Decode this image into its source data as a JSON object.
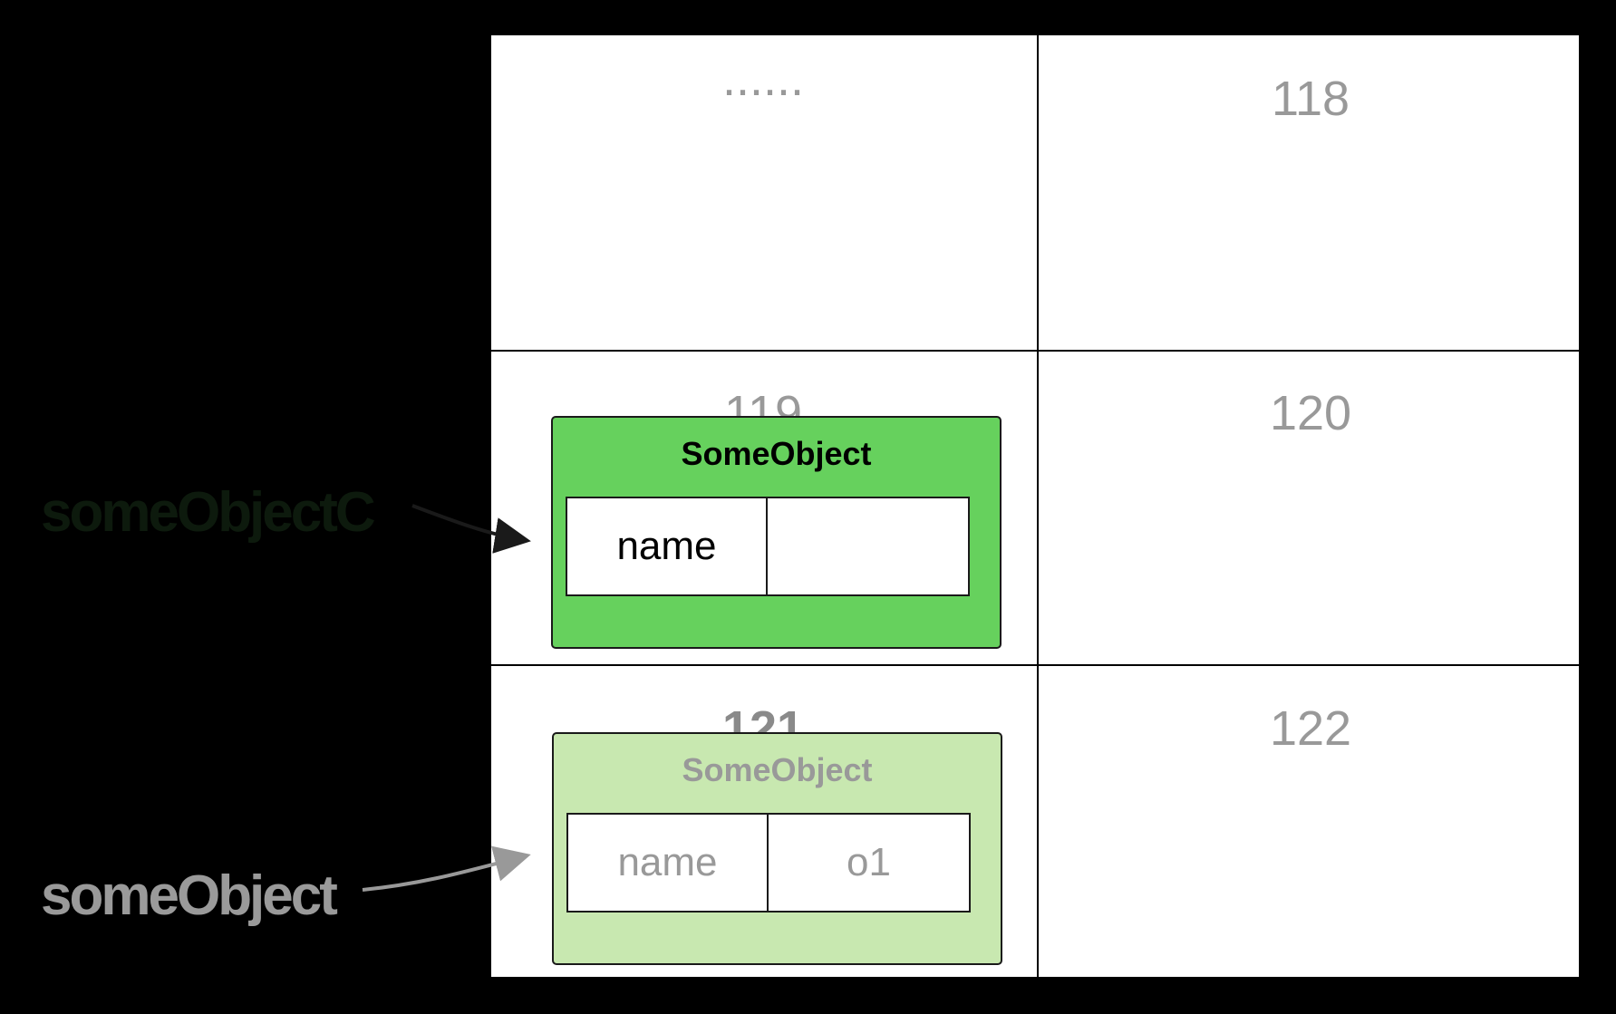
{
  "cells": [
    {
      "label": "......",
      "bold": false
    },
    {
      "label": "118",
      "bold": false
    },
    {
      "label": "119",
      "bold": false
    },
    {
      "label": "120",
      "bold": false
    },
    {
      "label": "121",
      "bold": true
    },
    {
      "label": "122",
      "bold": false
    }
  ],
  "objects": [
    {
      "title": "SomeObject",
      "field_name": "name",
      "field_value": "",
      "fill": "#66d15d",
      "text_color": "#000000",
      "active": true
    },
    {
      "title": "SomeObject",
      "field_name": "name",
      "field_value": "o1",
      "fill": "#c8e8b0",
      "text_color": "#999999",
      "active": false
    }
  ],
  "variables": [
    {
      "label": "someObjectC",
      "color": "#0d1a0d"
    },
    {
      "label": "someObject",
      "color": "#9a9a9a"
    }
  ],
  "colors": {
    "background": "#000000",
    "grid_lines": "#000000",
    "active_arrow": "#1a1a1a",
    "faded_arrow": "#999999"
  }
}
